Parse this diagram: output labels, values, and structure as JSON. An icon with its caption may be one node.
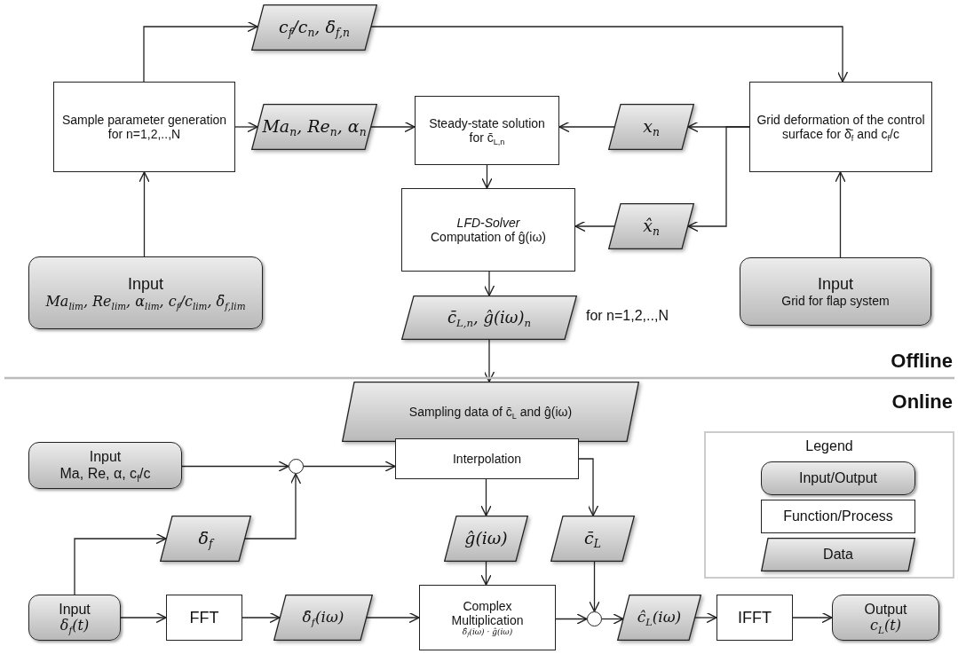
{
  "diagram": {
    "nodes": [
      {
        "text": [
          "Sample parameter generation for n=1,2,..,N"
        ]
      },
      {
        "text": [
          "c$_{f}$/c$_{n}$, δ̄$_{f,n}$"
        ]
      },
      {
        "text": [
          "Ma$_{n}$, Re$_{n}$, α$_{n}$"
        ]
      },
      {
        "text": [
          "Steady-state solution for c̄$_{L,n}$"
        ]
      },
      {
        "text": [
          "LFD-Solver",
          "Computation of ĝ(iω)"
        ]
      },
      {
        "text": [
          "x$_{n}$"
        ]
      },
      {
        "text": [
          "x̂$_{n}$"
        ]
      },
      {
        "text": [
          "Grid deformation of the control surface for δ̄$_{f}$ and c$_{f}$/c"
        ]
      },
      {
        "text": [
          "Input",
          "Ma$_{lim}$, Re$_{lim}$, α$_{lim}$, c$_{f}$/c$_{lim}$, δ̄$_{f,lim}$"
        ]
      },
      {
        "text": [
          "Input",
          "Grid for flap system"
        ]
      },
      {
        "text": [
          "c̄$_{L,n}$, ĝ(iω)$_{n}$"
        ],
        "beside": [
          "for n=1,2,..,N"
        ]
      },
      {
        "text": [
          "Sampling data of c̄$_{L}$ and ĝ(iω)"
        ]
      },
      {
        "text": [
          "Interpolation"
        ]
      },
      {
        "text": [
          "Input",
          "Ma, Re, α, c$_{f}$/c"
        ]
      },
      {
        "text": [],
        "shape": "circle"
      },
      {
        "text": [
          "δ̄$_{f}$"
        ]
      },
      {
        "text": [
          "ĝ(iω)"
        ]
      },
      {
        "text": [
          "c̄$_{L}$"
        ]
      },
      {
        "text": [
          "Input",
          "δ$_{f}$(t)"
        ]
      },
      {
        "text": [
          "FFT"
        ]
      },
      {
        "text": [
          "δ̂$_{f}$(iω)"
        ]
      },
      {
        "text": [
          "Complex Multiplication",
          "δ̂$_{f}$(iω) · ĝ(iω)"
        ]
      },
      {
        "text": [],
        "shape": "circle"
      },
      {
        "text": [
          "ĉ$_{L}$(iω)"
        ]
      },
      {
        "text": [
          "IFFT"
        ]
      },
      {
        "text": [
          "Output",
          "c$_{L}$(t)"
        ]
      }
    ],
    "edges": [
      {
        "from": 0,
        "to": 1,
        "arrow": "to"
      },
      {
        "from": 1,
        "to": 7,
        "arrow": "to"
      },
      {
        "from": 0,
        "to": 2,
        "arrow": "to"
      },
      {
        "from": 2,
        "to": 3,
        "arrow": "to"
      },
      {
        "from": 8,
        "to": 0,
        "arrow": "to"
      },
      {
        "from": 9,
        "to": 7,
        "arrow": "to"
      },
      {
        "from": 7,
        "to": 5,
        "arrow": "to"
      },
      {
        "from": 7,
        "to": 6,
        "arrow": "to"
      },
      {
        "from": 5,
        "to": 3,
        "arrow": "to"
      },
      {
        "from": 6,
        "to": 4,
        "arrow": "to"
      },
      {
        "from": 3,
        "to": 4,
        "arrow": "to"
      },
      {
        "from": 4,
        "to": 10,
        "arrow": "to"
      },
      {
        "from": 10,
        "to": 11,
        "arrow": "to"
      },
      {
        "from": 13,
        "to": 14,
        "arrow": "to"
      },
      {
        "from": 15,
        "to": 14,
        "arrow": "to"
      },
      {
        "from": 14,
        "to": 12,
        "arrow": "to"
      },
      {
        "from": 18,
        "to": 15,
        "arrow": "to"
      },
      {
        "from": 18,
        "to": 19,
        "arrow": "to"
      },
      {
        "from": 19,
        "to": 20,
        "arrow": "to"
      },
      {
        "from": 20,
        "to": 21,
        "arrow": "to"
      },
      {
        "from": 12,
        "to": 16,
        "arrow": "to"
      },
      {
        "from": 12,
        "to": 17,
        "arrow": "to"
      },
      {
        "from": 16,
        "to": 21,
        "arrow": "to"
      },
      {
        "from": 17,
        "to": 22,
        "arrow": "to"
      },
      {
        "from": 21,
        "to": 22,
        "arrow": "to"
      },
      {
        "from": 22,
        "to": 23,
        "arrow": "to"
      },
      {
        "from": 23,
        "to": 24,
        "arrow": "to"
      },
      {
        "from": 24,
        "to": 25,
        "arrow": "to"
      }
    ],
    "labels": [
      "Offline",
      "Online",
      "Legend"
    ],
    "legend": [
      {
        "text": "Input/Output"
      },
      {
        "text": "Function/Process"
      },
      {
        "text": "Data"
      }
    ]
  }
}
